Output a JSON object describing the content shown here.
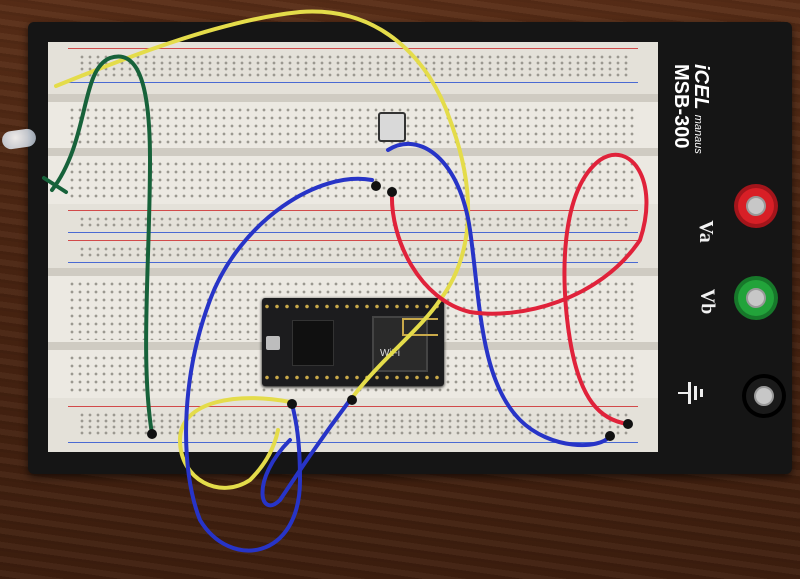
{
  "brand": {
    "logo": "iCEL",
    "sub": "manaus",
    "model": "MSB-300"
  },
  "terminals": [
    {
      "symbol": "Va",
      "color": "#d81f26",
      "icon": "red-binding-post"
    },
    {
      "symbol": "Vb",
      "color": "#22a33a",
      "icon": "green-binding-post"
    },
    {
      "symbol": "ground",
      "color": "#1a1a1a",
      "icon": "ground-symbol"
    }
  ],
  "module": {
    "wifi_label": "WiFi"
  },
  "wire_colors": {
    "yellow": "#e4dc4a",
    "green": "#17623a",
    "blue": "#2734c7",
    "red": "#e0223a"
  }
}
